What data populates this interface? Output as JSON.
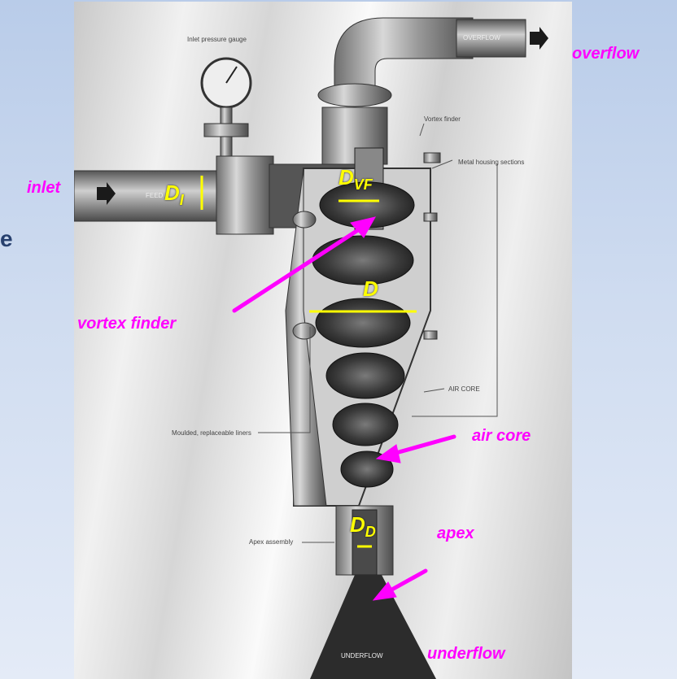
{
  "labels": {
    "overflow": "overflow",
    "inlet": "inlet",
    "vortex_finder": "vortex finder",
    "air_core": "air core",
    "apex": "apex",
    "underflow": "underflow"
  },
  "dimensions": {
    "d_inlet_main": "D",
    "d_inlet_sub": "I",
    "d_vortex_main": "D",
    "d_vortex_sub": "VF",
    "d_body": "D",
    "d_apex_main": "D",
    "d_apex_sub": "D"
  },
  "callouts": {
    "inlet_pressure_gauge": "Inlet pressure gauge",
    "vortex_finder": "Vortex finder",
    "metal_housing": "Metal housing sections",
    "air_core": "AIR CORE",
    "moulded_liners": "Moulded, replaceable liners",
    "apex_assembly": "Apex assembly",
    "overflow_pipe": "OVERFLOW",
    "feed": "FEED",
    "underflow_stream": "UNDERFLOW"
  },
  "edge_text": "e",
  "colors": {
    "label": "#ff00ff",
    "dimension": "#ffff00",
    "background": "#c6d6ee"
  }
}
